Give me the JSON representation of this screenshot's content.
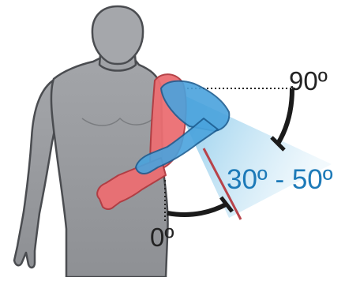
{
  "labels": {
    "top_angle": "90º",
    "range_angle": "30º - 50º",
    "bottom_angle": "0º"
  },
  "colors": {
    "body": "#9b9da1",
    "body_outline": "#4a4c50",
    "arm_red": "#ec6e72",
    "arm_red_outline": "#b23a40",
    "arm_blue": "#4aa3dd",
    "arm_blue_outline": "#1d5e92",
    "range_wedge": "#9fd3ee",
    "range_text": "#1d7ab8",
    "text_dark": "#222222",
    "arc": "#1b1b1b"
  }
}
